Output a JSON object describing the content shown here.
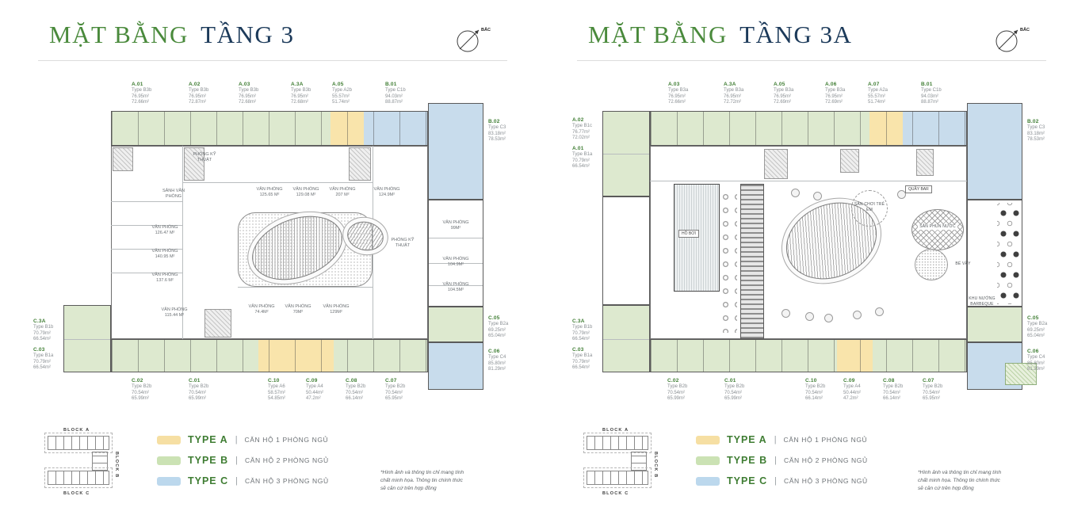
{
  "compass": {
    "label": "BẮC"
  },
  "colors": {
    "accent_green": "#4a8a3c",
    "navy": "#1c3a5a",
    "unit_green": "#dde9cf",
    "unit_yellow": "#f9e4ab",
    "unit_blue": "#c8dcec"
  },
  "legend": {
    "separator": "|",
    "items": [
      {
        "type_label": "TYPE A",
        "desc": "CĂN HỘ 1 PHÒNG NGỦ",
        "color": "#f6dfa3"
      },
      {
        "type_label": "TYPE B",
        "desc": "CĂN HỘ 2 PHÒNG NGỦ",
        "color": "#cbe2b4"
      },
      {
        "type_label": "TYPE C",
        "desc": "CĂN HỘ 3 PHÒNG NGỦ",
        "color": "#bcd8ed"
      }
    ]
  },
  "block_diagram": {
    "block_a": "BLOCK A",
    "block_b": "BLOCK B",
    "block_c": "BLOCK C"
  },
  "disclaimer": {
    "line1": "*Hình ảnh và thông tin chỉ mang tính",
    "line2": "chất minh họa. Thông tin chính thức",
    "line3": "sẽ căn cứ trên hợp đồng"
  },
  "panels": [
    {
      "title_prefix": "MẶT BẰNG",
      "title_main": "TẦNG 3",
      "units": {
        "top": [
          {
            "id": "A.01",
            "type": "Type B3b",
            "area1": "76.95m²",
            "area2": "72.66m²"
          },
          {
            "id": "A.02",
            "type": "Type B3b",
            "area1": "76.95m²",
            "area2": "72.87m²"
          },
          {
            "id": "A.03",
            "type": "Type B3b",
            "area1": "76.95m²",
            "area2": "72.68m²"
          },
          {
            "id": "A.3A",
            "type": "Type B3b",
            "area1": "76.95m²",
            "area2": "72.68m²"
          },
          {
            "id": "A.05",
            "type": "Type A2b",
            "area1": "55.57m²",
            "area2": "51.74m²"
          },
          {
            "id": "B.01",
            "type": "Type C1b",
            "area1": "94.03m²",
            "area2": "88.87m²"
          }
        ],
        "right": [
          {
            "id": "B.02",
            "type": "Type C3",
            "area1": "83.18m²",
            "area2": "78.53m²"
          },
          {
            "id": "C.05",
            "type": "Type B2a",
            "area1": "69.25m²",
            "area2": "65.04m²"
          },
          {
            "id": "C.06",
            "type": "Type C4",
            "area1": "85.80m²",
            "area2": "81.29m²"
          }
        ],
        "left_lower": [
          {
            "id": "C.3A",
            "type": "Type B1b",
            "area1": "70.79m²",
            "area2": "66.54m²"
          },
          {
            "id": "C.03",
            "type": "Type B1a",
            "area1": "70.79m²",
            "area2": "66.54m²"
          }
        ],
        "bottom": [
          {
            "id": "C.02",
            "type": "Type B2b",
            "area1": "70.54m²",
            "area2": "65.99m²"
          },
          {
            "id": "C.01",
            "type": "Type B2b",
            "area1": "70.54m²",
            "area2": "65.99m²"
          },
          {
            "id": "C.10",
            "type": "Type A6",
            "area1": "58.57m²",
            "area2": "54.85m²"
          },
          {
            "id": "C.09",
            "type": "Type A4",
            "area1": "50.44m²",
            "area2": "47.2m²"
          },
          {
            "id": "C.08",
            "type": "Type B2b",
            "area1": "70.54m²",
            "area2": "66.14m²"
          },
          {
            "id": "C.07",
            "type": "Type B2b",
            "area1": "70.54m²",
            "area2": "65.95m²"
          }
        ]
      },
      "rooms": [
        {
          "name": "PHÒNG KỸ THUẬT",
          "area": ""
        },
        {
          "name": "SẢNH VĂN PHÒNG",
          "area": ""
        },
        {
          "name": "VĂN PHÒNG",
          "area": "125.65 m²"
        },
        {
          "name": "VĂN PHÒNG",
          "area": "129.08 m²"
        },
        {
          "name": "VĂN PHÒNG",
          "area": "207 m²"
        },
        {
          "name": "VĂN PHÒNG",
          "area": "124.9m²"
        },
        {
          "name": "VĂN PHÒNG",
          "area": "126.47 m²"
        },
        {
          "name": "VĂN PHÒNG",
          "area": "140.95 m²"
        },
        {
          "name": "VĂN PHÒNG",
          "area": "137.6 m²"
        },
        {
          "name": "VĂN PHÒNG",
          "area": "115.44 m²"
        },
        {
          "name": "VĂN PHÒNG",
          "area": "99m²"
        },
        {
          "name": "PHÒNG KỸ THUẬT",
          "area": ""
        },
        {
          "name": "VĂN PHÒNG",
          "area": "104.9m²"
        },
        {
          "name": "VĂN PHÒNG",
          "area": "104.5m²"
        },
        {
          "name": "VĂN PHÒNG",
          "area": "74.4m²"
        },
        {
          "name": "VĂN PHÒNG",
          "area": "70m²"
        },
        {
          "name": "VĂN PHÒNG",
          "area": "129m²"
        }
      ]
    },
    {
      "title_prefix": "MẶT BẰNG",
      "title_main": "TẦNG 3A",
      "units": {
        "top": [
          {
            "id": "A.03",
            "type": "Type B3a",
            "area1": "76.95m²",
            "area2": "72.66m²"
          },
          {
            "id": "A.3A",
            "type": "Type B3a",
            "area1": "76.95m²",
            "area2": "72.72m²"
          },
          {
            "id": "A.05",
            "type": "Type B3a",
            "area1": "76.95m²",
            "area2": "72.69m²"
          },
          {
            "id": "A.06",
            "type": "Type B3a",
            "area1": "76.95m²",
            "area2": "72.69m²"
          },
          {
            "id": "A.07",
            "type": "Type A2a",
            "area1": "55.57m²",
            "area2": "51.74m²"
          },
          {
            "id": "B.01",
            "type": "Type C1b",
            "area1": "94.03m²",
            "area2": "88.87m²"
          }
        ],
        "left_upper": [
          {
            "id": "A.02",
            "type": "Type B1c",
            "area1": "76.77m²",
            "area2": "72.02m²"
          },
          {
            "id": "A.01",
            "type": "Type B1a",
            "area1": "70.79m²",
            "area2": "66.54m²"
          }
        ],
        "left_lower": [
          {
            "id": "C.3A",
            "type": "Type B1b",
            "area1": "70.79m²",
            "area2": "66.54m²"
          },
          {
            "id": "C.03",
            "type": "Type B1a",
            "area1": "70.79m²",
            "area2": "66.54m²"
          }
        ],
        "right": [
          {
            "id": "B.02",
            "type": "Type C3",
            "area1": "83.18m²",
            "area2": "78.53m²"
          },
          {
            "id": "C.05",
            "type": "Type B2a",
            "area1": "69.25m²",
            "area2": "65.04m²"
          },
          {
            "id": "C.06",
            "type": "Type C4",
            "area1": "85.80m²",
            "area2": "81.29m²"
          }
        ],
        "bottom": [
          {
            "id": "C.02",
            "type": "Type B2b",
            "area1": "70.54m²",
            "area2": "65.99m²"
          },
          {
            "id": "C.01",
            "type": "Type B2b",
            "area1": "70.54m²",
            "area2": "65.99m²"
          },
          {
            "id": "C.10",
            "type": "Type B2b",
            "area1": "70.54m²",
            "area2": "66.14m²"
          },
          {
            "id": "C.09",
            "type": "Type A4",
            "area1": "50.44m²",
            "area2": "47.2m²"
          },
          {
            "id": "C.08",
            "type": "Type B2b",
            "area1": "70.54m²",
            "area2": "66.14m²"
          },
          {
            "id": "C.07",
            "type": "Type B2b",
            "area1": "70.54m²",
            "area2": "65.95m²"
          }
        ]
      },
      "amenities": [
        {
          "label": "HỒ BƠI"
        },
        {
          "label": "QUẦY BAR"
        },
        {
          "label": "SÂN CHƠI TRẺ EM"
        },
        {
          "label": "SÂN PHUN NƯỚC"
        },
        {
          "label": "BỂ VẦY"
        },
        {
          "label": "KHU NƯỚNG"
        },
        {
          "label": "BARBEQUE"
        }
      ]
    }
  ]
}
